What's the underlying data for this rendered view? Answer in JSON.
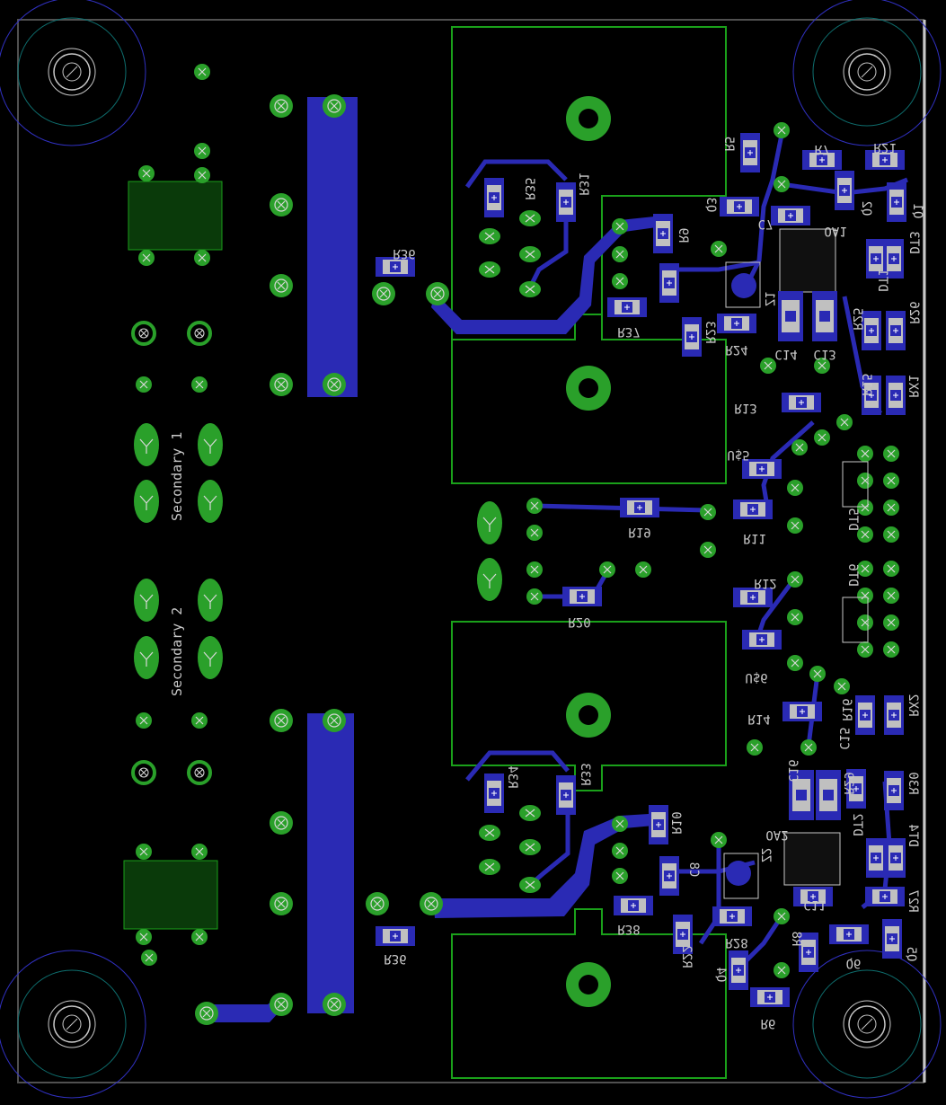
{
  "board": {
    "colors": {
      "background": "#000000",
      "copper_bottom": "#2a2ab4",
      "pad": "#2aa02a",
      "via_ring": "#1f8f1f",
      "outline": "#1aa01a",
      "text": "#c8c8c8",
      "mount_hole_ring": "#3030c0",
      "mount_hole_keepout": "#0e6e6e",
      "smd_pad": "#c0c0c0"
    }
  },
  "labels": {
    "secondary1": "Secondary 1",
    "secondary2": "Secondary 2",
    "parts": [
      {
        "id": "r36a",
        "text": "R36"
      },
      {
        "id": "r35",
        "text": "R35"
      },
      {
        "id": "r31",
        "text": "R31"
      },
      {
        "id": "r37",
        "text": "R37"
      },
      {
        "id": "r9",
        "text": "R9"
      },
      {
        "id": "r5",
        "text": "R5"
      },
      {
        "id": "r7",
        "text": "R7"
      },
      {
        "id": "r21",
        "text": "R21"
      },
      {
        "id": "q3",
        "text": "Q3"
      },
      {
        "id": "c7",
        "text": "C7"
      },
      {
        "id": "q2",
        "text": "Q2"
      },
      {
        "id": "q1",
        "text": "Q1"
      },
      {
        "id": "oa1",
        "text": "OA1"
      },
      {
        "id": "dt3",
        "text": "DT3"
      },
      {
        "id": "dt1",
        "text": "DT1"
      },
      {
        "id": "r23",
        "text": "R23"
      },
      {
        "id": "r24",
        "text": "R24"
      },
      {
        "id": "z1",
        "text": "Z1"
      },
      {
        "id": "c14",
        "text": "C14"
      },
      {
        "id": "c13",
        "text": "C13"
      },
      {
        "id": "r25",
        "text": "R25"
      },
      {
        "id": "r26",
        "text": "R26"
      },
      {
        "id": "r13",
        "text": "R13"
      },
      {
        "id": "r15",
        "text": "R15"
      },
      {
        "id": "rx1",
        "text": "RX1"
      },
      {
        "id": "us5",
        "text": "U$5"
      },
      {
        "id": "dt5",
        "text": "DT5"
      },
      {
        "id": "r19",
        "text": "R19"
      },
      {
        "id": "r11",
        "text": "R11"
      },
      {
        "id": "dt6",
        "text": "DT6"
      },
      {
        "id": "r12",
        "text": "R12"
      },
      {
        "id": "r20",
        "text": "R20"
      },
      {
        "id": "us6",
        "text": "U$6"
      },
      {
        "id": "r14",
        "text": "R14"
      },
      {
        "id": "r16",
        "text": "R16"
      },
      {
        "id": "rx2",
        "text": "RX2"
      },
      {
        "id": "c15",
        "text": "C15"
      },
      {
        "id": "c16",
        "text": "C16"
      },
      {
        "id": "r29",
        "text": "R29"
      },
      {
        "id": "r30",
        "text": "R30"
      },
      {
        "id": "r34",
        "text": "R34"
      },
      {
        "id": "r33",
        "text": "R33"
      },
      {
        "id": "oa2",
        "text": "OA2"
      },
      {
        "id": "dt2",
        "text": "DT2"
      },
      {
        "id": "dt4",
        "text": "DT4"
      },
      {
        "id": "r10",
        "text": "R10"
      },
      {
        "id": "z2",
        "text": "Z2"
      },
      {
        "id": "c8",
        "text": "C8"
      },
      {
        "id": "c11",
        "text": "C11"
      },
      {
        "id": "r38",
        "text": "R38"
      },
      {
        "id": "r22",
        "text": "R22"
      },
      {
        "id": "r28",
        "text": "R28"
      },
      {
        "id": "r27",
        "text": "R27"
      },
      {
        "id": "r8",
        "text": "R8"
      },
      {
        "id": "q6",
        "text": "Q6"
      },
      {
        "id": "q5",
        "text": "Q5"
      },
      {
        "id": "q4",
        "text": "Q4"
      },
      {
        "id": "r6",
        "text": "R6"
      },
      {
        "id": "r36b",
        "text": "R36"
      }
    ]
  }
}
